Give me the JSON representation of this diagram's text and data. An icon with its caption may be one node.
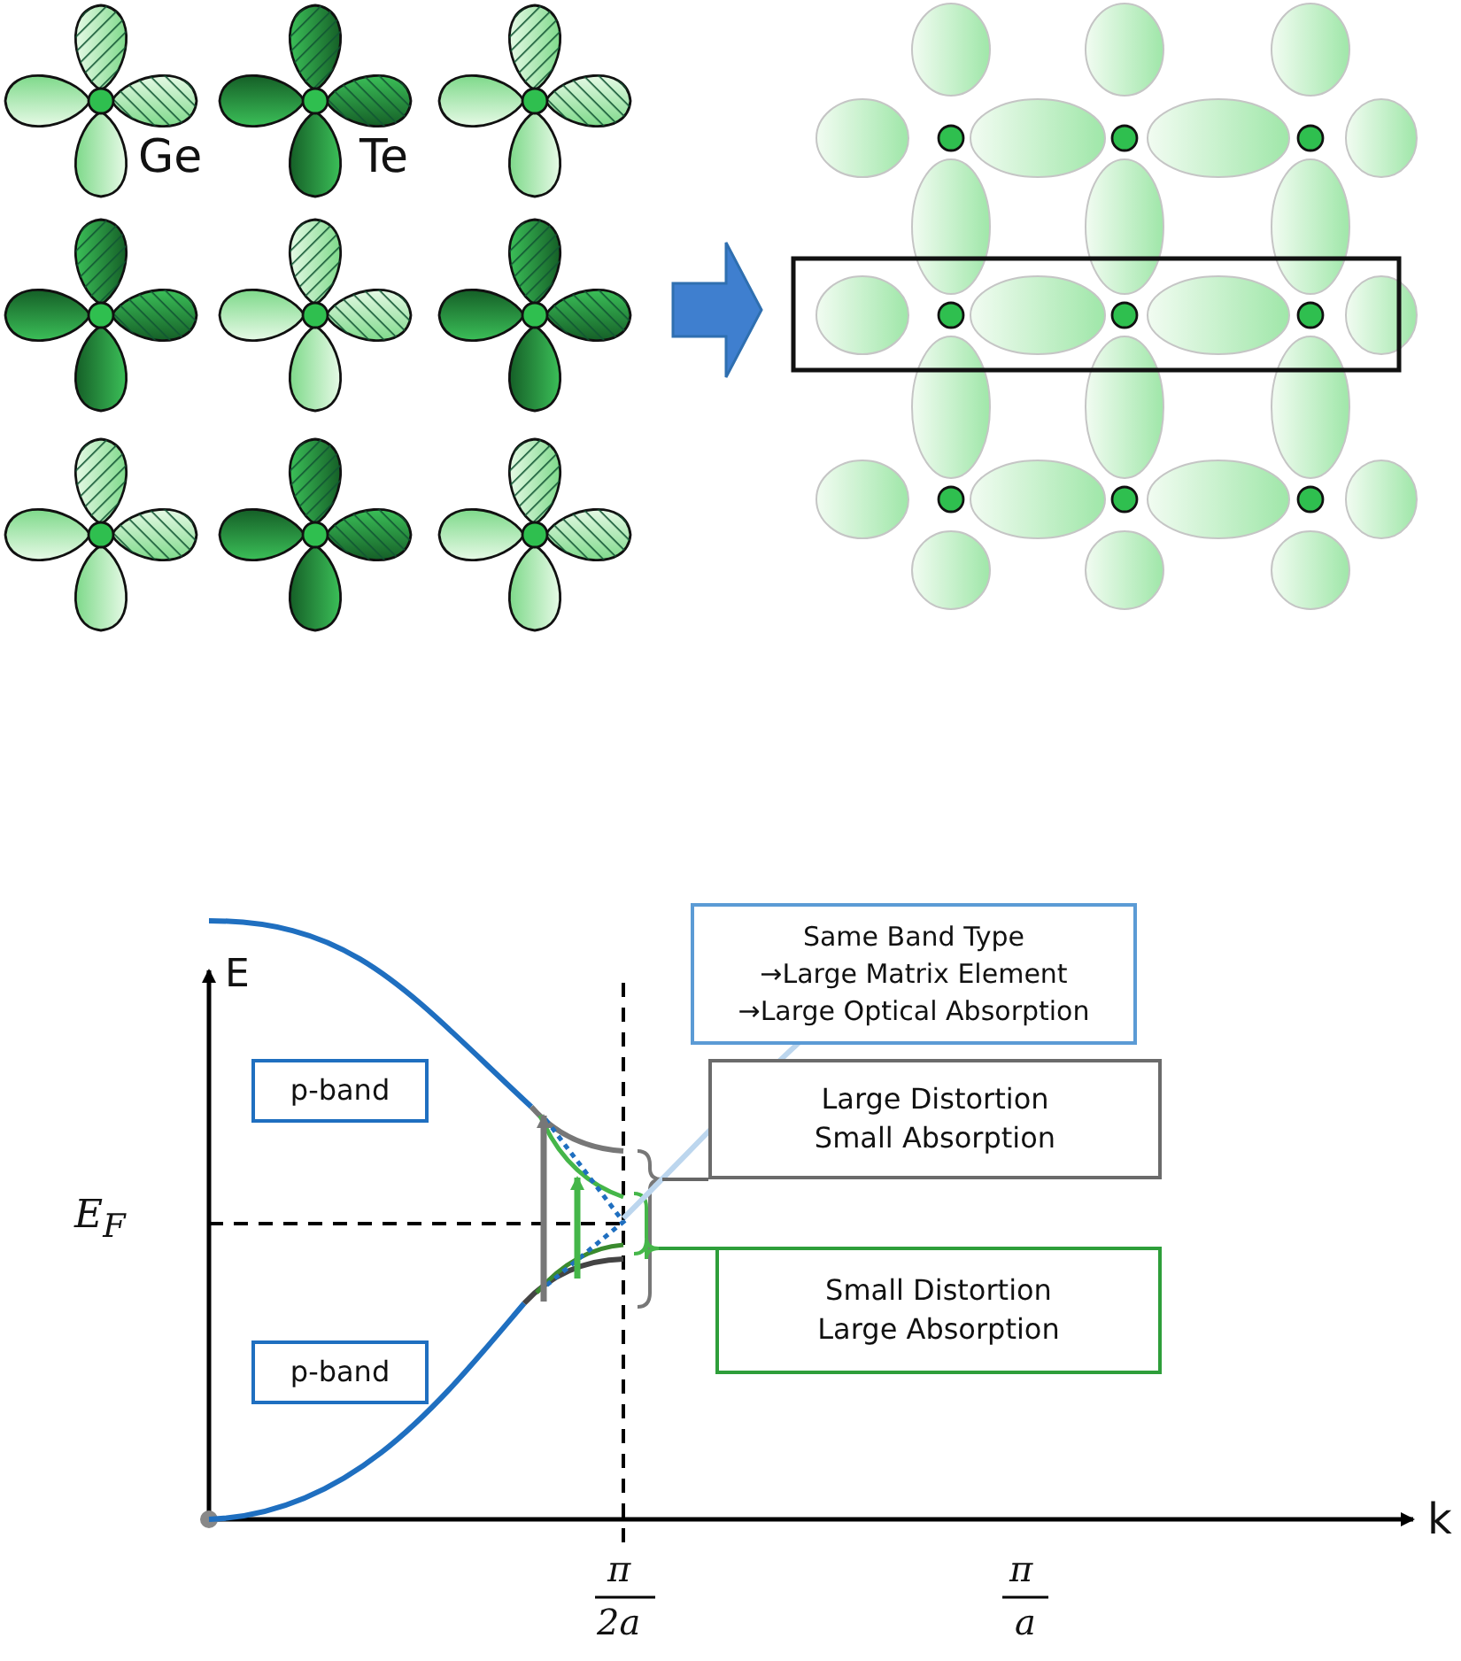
{
  "diagram": {
    "nodes": [
      {
        "text": [],
        "shape": "picture"
      },
      {
        "text": [],
        "shape": "picture"
      },
      {
        "text": [
          "Same Band Type",
          "→Large Matrix Element",
          "→Large Optical Absorption"
        ]
      },
      {
        "text": [
          "p-band"
        ]
      },
      {
        "text": [
          "p-band"
        ]
      },
      {
        "text": [
          "Large Distortion Small Absorption"
        ]
      },
      {
        "text": [],
        "shape": "bracket"
      },
      {
        "text": [
          "Small Distortion Large Absorption"
        ]
      },
      {
        "text": [],
        "shape": "bracket"
      }
    ],
    "edges": [
      {
        "from": 0,
        "to": 1,
        "arrow": "to",
        "style": "thick",
        "color": "#3f7fcf"
      },
      {
        "from": 5,
        "to": 6,
        "arrow": "none",
        "color": "#666666"
      },
      {
        "from": 7,
        "to": 8,
        "arrow": "none",
        "color": "#2e9e3a"
      }
    ],
    "labels": [
      "Ge",
      "Te",
      "E",
      "E$_{F}$",
      "k",
      "π",
      "2a",
      "π",
      "a"
    ]
  }
}
